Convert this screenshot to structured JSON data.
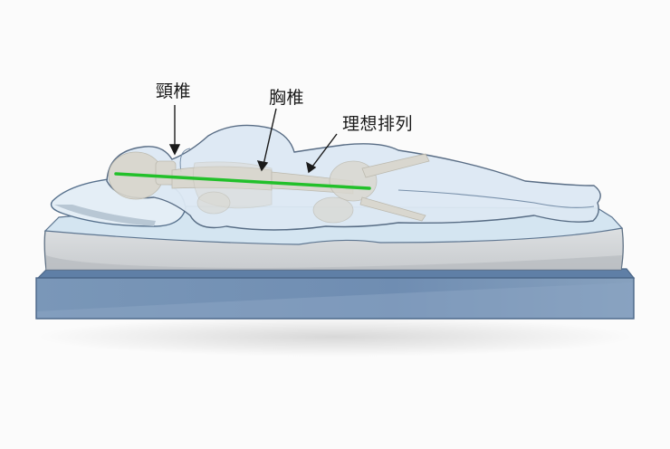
{
  "labels": {
    "cervical": "頸椎",
    "thoracic": "胸椎",
    "ideal_alignment": "理想排列"
  },
  "colors": {
    "background": "#fbfbfb",
    "alignment_line": "#22c02a",
    "base_front": "#7896b8",
    "base_top": "#5f7fa6",
    "mattress_side": "#cfd2d4",
    "mattress_top": "#d6e6f1",
    "body": "#dde9f4",
    "bone": "#d9d6cc",
    "outline": "#51667f"
  }
}
